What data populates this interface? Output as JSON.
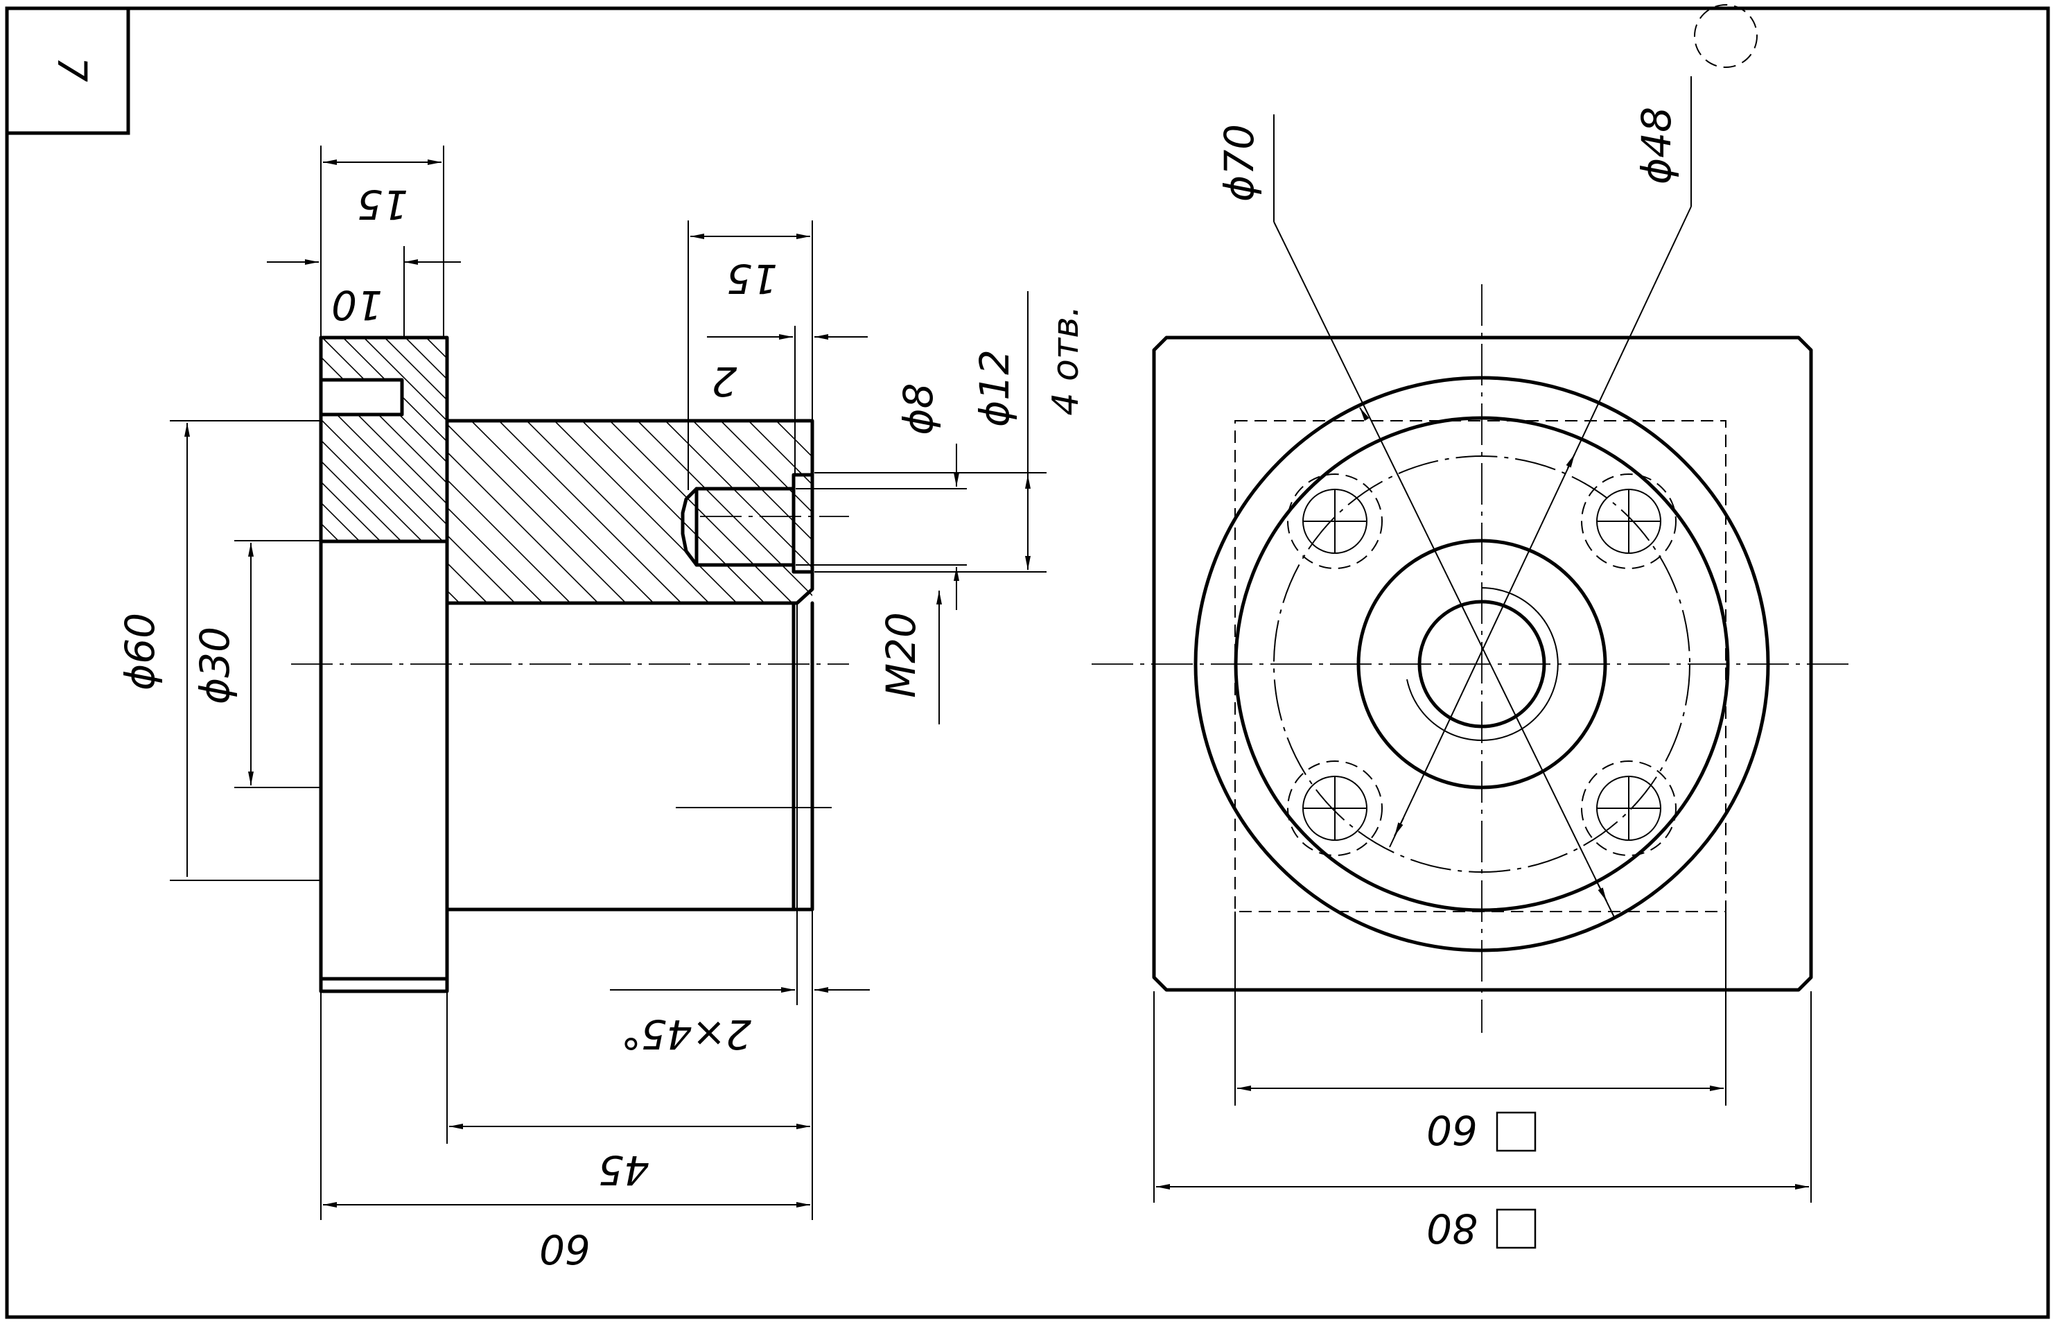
{
  "sheet": {
    "number": "7",
    "background": "#ffffff",
    "line_color": "#000000"
  },
  "front_view": {
    "labels": {
      "d60": "ϕ60",
      "d30": "ϕ30",
      "w15_left": "15",
      "w10": "10",
      "w15_right": "15",
      "w2": "2",
      "d8": "ϕ8",
      "d12": "ϕ12",
      "holes": "4 отв.",
      "thread": "M20",
      "chamfer": "2×45°",
      "len45": "45",
      "len60": "60"
    }
  },
  "side_view": {
    "labels": {
      "d70": "ϕ70",
      "d48": "ϕ48",
      "sq60": "60",
      "sq80": "80"
    }
  }
}
